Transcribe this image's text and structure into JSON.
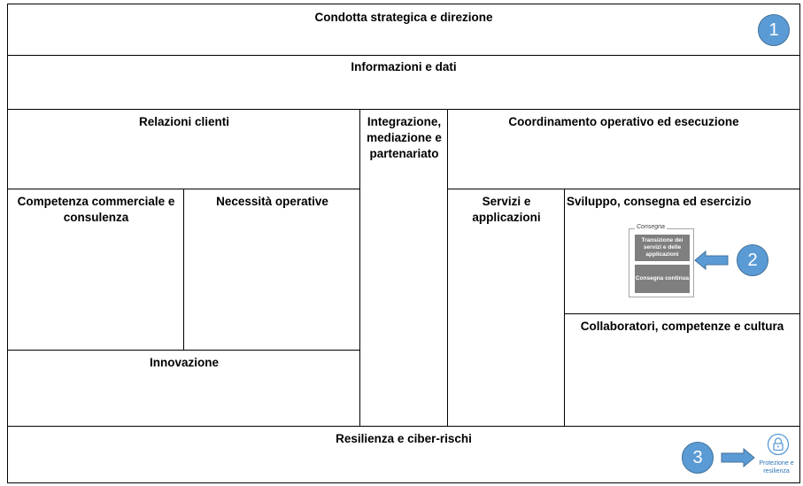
{
  "sections": {
    "condotta": "Condotta strategica e direzione",
    "informazioni": "Informazioni e dati",
    "relazioni": "Relazioni clienti",
    "integrazione": "Integrazione, mediazione e partenariato",
    "coordinamento": "Coordinamento operativo ed esecuzione",
    "competenza": "Competenza commerciale e consulenza",
    "necessita": "Necessità operative",
    "servizi": "Servizi e applicazioni",
    "sviluppo": "Sviluppo, consegna ed esercizio",
    "collaboratori": "Collaboratori, competenze e cultura",
    "innovazione": "Innovazione",
    "resilienza": "Resilienza e ciber-rischi"
  },
  "consegna": {
    "label": "Consegna",
    "items": [
      "Transizione dei servizi e delle applicazioni",
      "Consegna continua"
    ]
  },
  "badges": [
    "1",
    "2",
    "3"
  ],
  "protection": {
    "icon": "lock-icon",
    "label": "Protezione e resilienza"
  },
  "colors": {
    "accent": "#5b9bd5",
    "accent_border": "#41719c",
    "item_bg": "#7f7f7f"
  }
}
